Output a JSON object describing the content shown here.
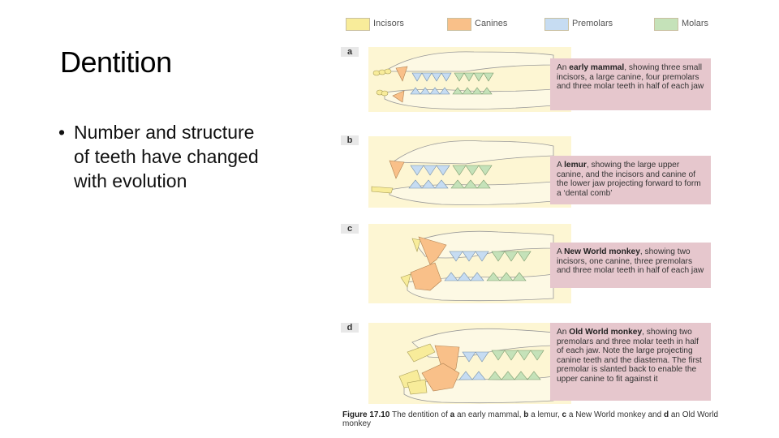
{
  "slide": {
    "title": "Dentition",
    "bullets": [
      "Number and structure of teeth have changed with evolution"
    ]
  },
  "figure": {
    "legend": [
      {
        "label": "Incisors",
        "color": "#f8ec9a"
      },
      {
        "label": "Canines",
        "color": "#f9c089"
      },
      {
        "label": "Premolars",
        "color": "#c6dcf2"
      },
      {
        "label": "Molars",
        "color": "#c5e2b9"
      }
    ],
    "panels": [
      {
        "letter": "a",
        "caption_pre": "An ",
        "caption_bold": "early mammal",
        "caption_post": ", showing three small incisors, a large canine, four premolars and three molar teeth in half of each jaw"
      },
      {
        "letter": "b",
        "caption_pre": "A ",
        "caption_bold": "lemur",
        "caption_post": ", showing the large upper canine, and the incisors and canine of the lower jaw projecting forward to form a ‘dental comb’"
      },
      {
        "letter": "c",
        "caption_pre": "A ",
        "caption_bold": "New World monkey",
        "caption_post": ", showing two incisors, one canine, three premolars and three molar teeth in half of each jaw"
      },
      {
        "letter": "d",
        "caption_pre": "An ",
        "caption_bold": "Old World monkey",
        "caption_post": ", showing two premolars and three molar teeth in half of each jaw. Note the large projecting canine teeth and the diastema. The first premolar is slanted back to enable the upper canine to fit against it"
      }
    ],
    "caption": {
      "label": "Figure 17.10",
      "text_1": " The dentition of ",
      "a": "a",
      "text_2": " an early mammal, ",
      "b": "b",
      "text_3": " a lemur, ",
      "c": "c",
      "text_4": " a New World monkey and ",
      "d": "d",
      "text_5": " an Old World monkey"
    }
  }
}
